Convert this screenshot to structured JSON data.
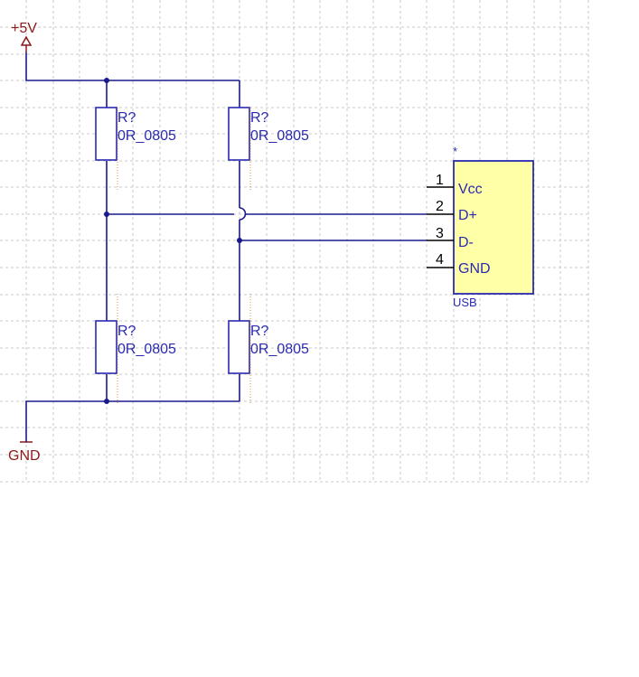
{
  "power": {
    "vcc_label": "+5V",
    "gnd_label": "GND"
  },
  "resistors": [
    {
      "designator": "R?",
      "value": "0R_0805"
    },
    {
      "designator": "R?",
      "value": "0R_0805"
    },
    {
      "designator": "R?",
      "value": "0R_0805"
    },
    {
      "designator": "R?",
      "value": "0R_0805"
    }
  ],
  "usb": {
    "name": "USB",
    "marker": "*",
    "pins": [
      {
        "number": "1",
        "name": "Vcc"
      },
      {
        "number": "2",
        "name": "D+"
      },
      {
        "number": "3",
        "name": "D-"
      },
      {
        "number": "4",
        "name": "GND"
      }
    ]
  },
  "colors": {
    "wire": "#1a1a8c",
    "power_symbol": "#8b1a1a",
    "component_fill": "#ffffa8",
    "grid": "#c8c8c8"
  }
}
